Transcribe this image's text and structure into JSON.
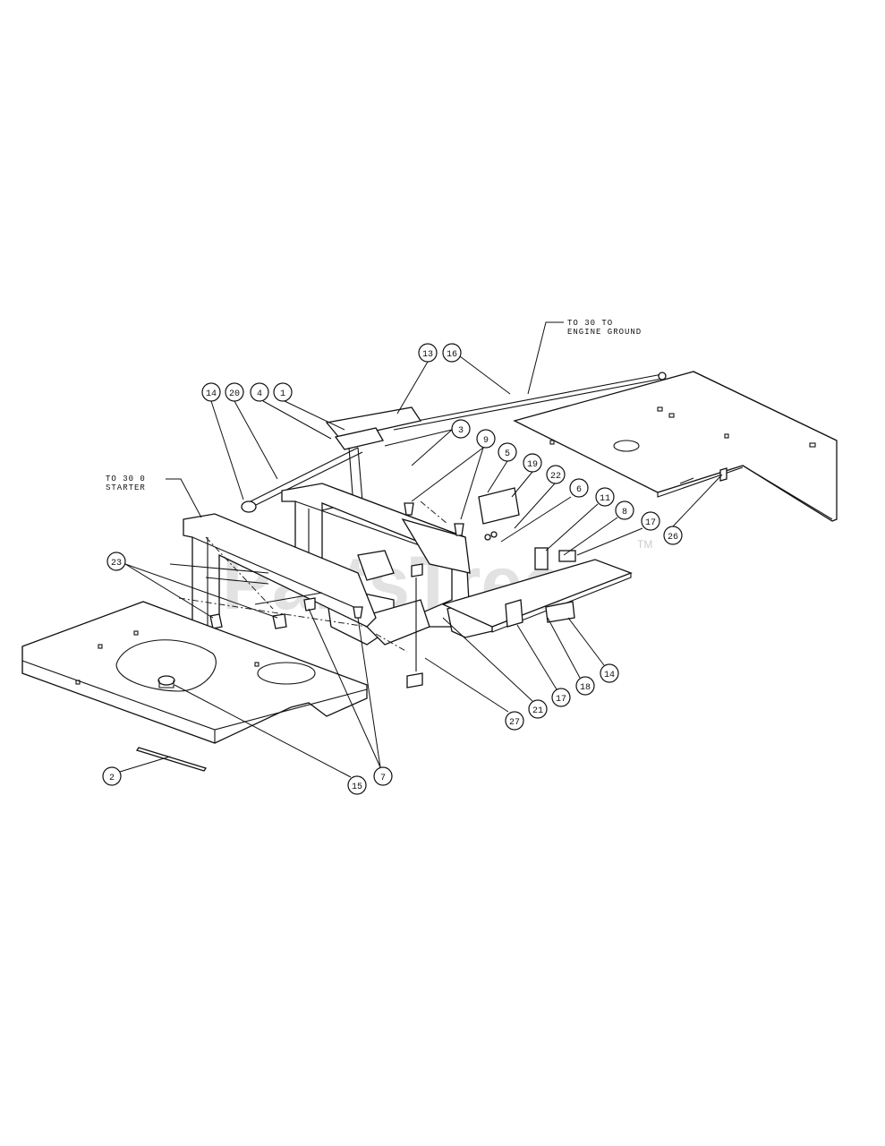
{
  "diagram": {
    "notes": {
      "engine_ground": [
        "TO 30 TO",
        "ENGINE GROUND"
      ],
      "starter": [
        "TO 30 0",
        "STARTER"
      ]
    },
    "callouts": [
      "13",
      "16",
      "14",
      "20",
      "4",
      "1",
      "3",
      "9",
      "5",
      "19",
      "22",
      "6",
      "11",
      "8",
      "17",
      "26",
      "23",
      "7",
      "15",
      "2",
      "27",
      "21",
      "17",
      "18",
      "14"
    ],
    "watermark": {
      "text": "PartsTree",
      "trademark": "TM"
    }
  }
}
